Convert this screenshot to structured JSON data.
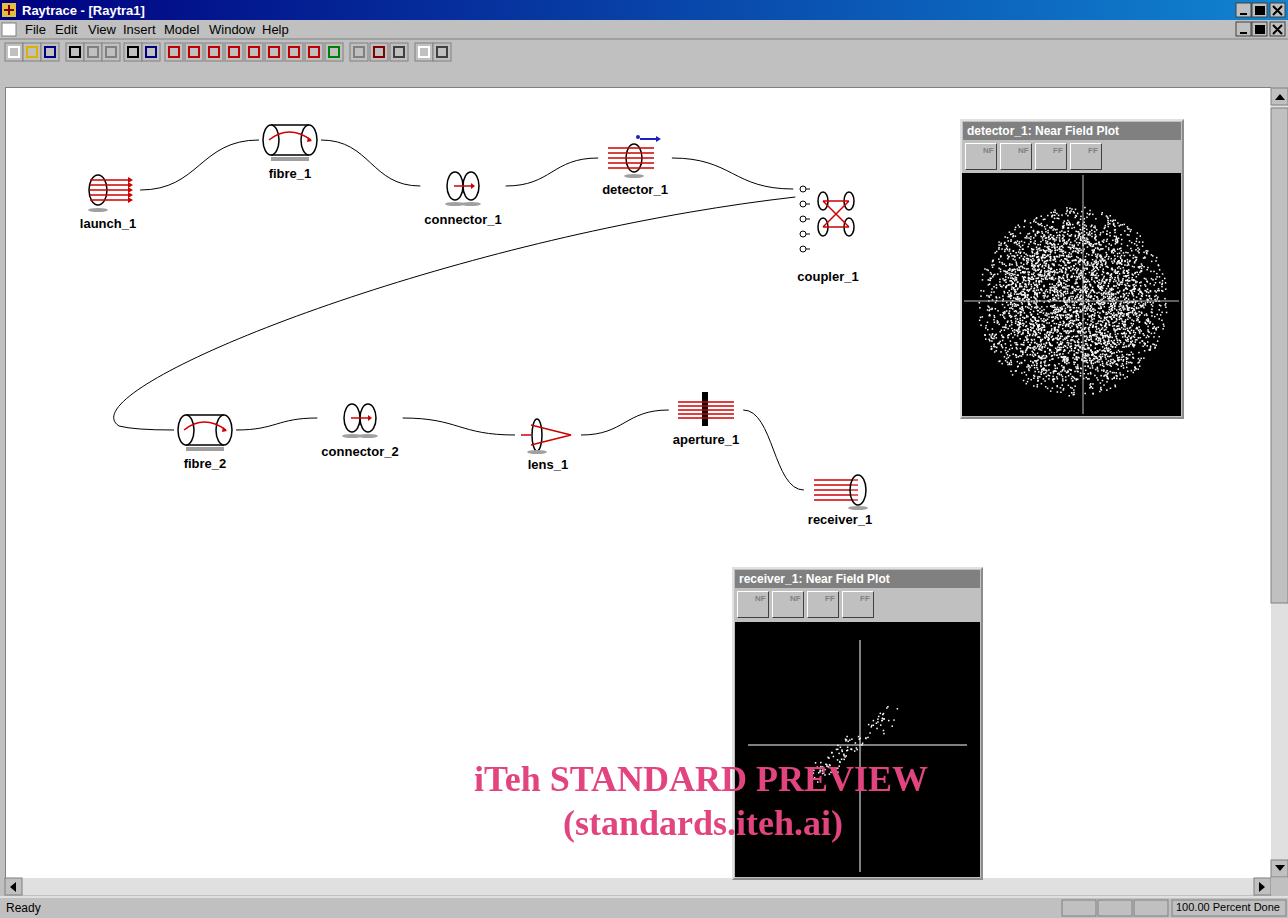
{
  "diagram": {
    "nodes": [
      {
        "text": [
          "launch_1"
        ]
      },
      {
        "text": [
          "fibre_1"
        ]
      },
      {
        "text": [
          "connector_1"
        ]
      },
      {
        "text": [
          "detector_1"
        ]
      },
      {
        "text": [
          "coupler_1"
        ]
      },
      {
        "text": [
          "fibre_2"
        ]
      },
      {
        "text": [
          "connector_2"
        ]
      },
      {
        "text": [
          "lens_1"
        ]
      },
      {
        "text": [
          "aperture_1"
        ]
      },
      {
        "text": [
          "receiver_1"
        ]
      }
    ],
    "edges": [
      {
        "from": 0,
        "to": 1,
        "arrow": "none"
      },
      {
        "from": 1,
        "to": 2,
        "arrow": "none"
      },
      {
        "from": 2,
        "to": 3,
        "arrow": "none"
      },
      {
        "from": 3,
        "to": 4,
        "arrow": "none"
      },
      {
        "from": 4,
        "to": 5,
        "arrow": "none"
      },
      {
        "from": 5,
        "to": 6,
        "arrow": "none"
      },
      {
        "from": 6,
        "to": 7,
        "arrow": "none"
      },
      {
        "from": 7,
        "to": 8,
        "arrow": "none"
      },
      {
        "from": 8,
        "to": 9,
        "arrow": "none"
      }
    ],
    "labels": [
      "Raytrace - [Raytra1]",
      "File",
      "Edit",
      "View",
      "Insert",
      "Model",
      "Window",
      "Help",
      "detector_1: Near Field Plot",
      "NF",
      "NF",
      "FF",
      "FF",
      "receiver_1: Near Field Plot",
      "NF",
      "NF",
      "FF",
      "FF",
      "iTeh STANDARD PREVIEW",
      "(standards.iteh.ai)",
      "Ready",
      "100.00 Percent Done"
    ]
  }
}
